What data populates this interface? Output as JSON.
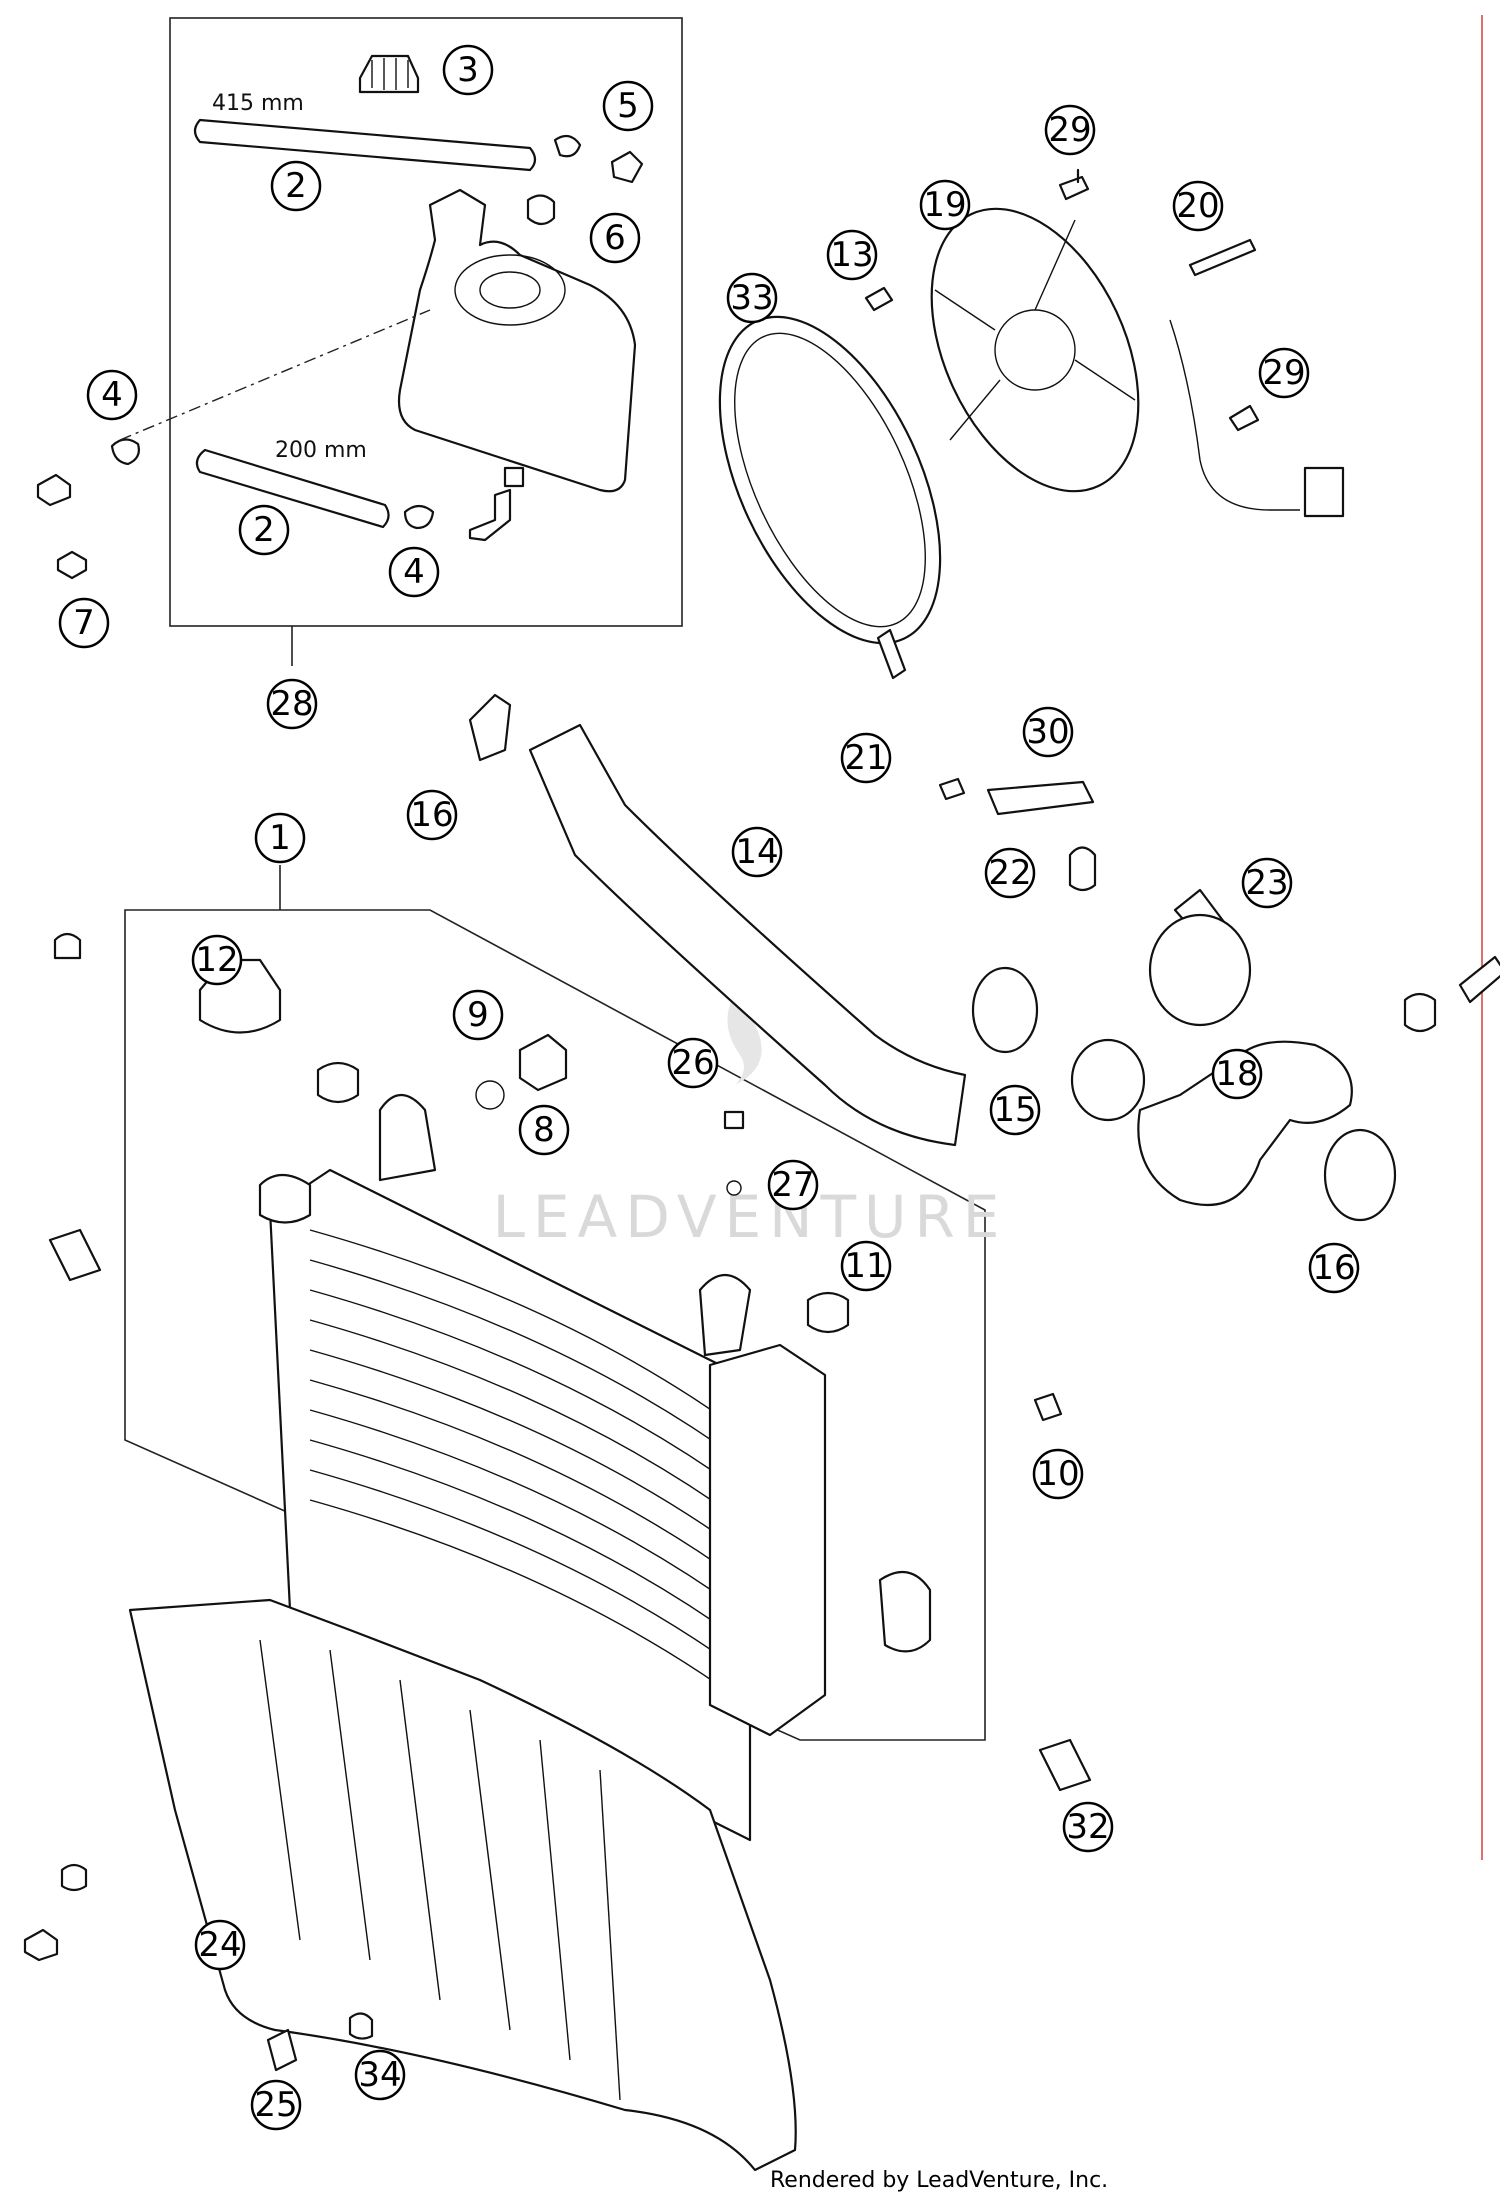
{
  "dimensions": {
    "upper_hose": "415 mm",
    "lower_hose": "200 mm"
  },
  "watermark": "LEADVENTURE",
  "footer": "Rendered by LeadVenture, Inc.",
  "callouts": [
    "1",
    "2",
    "2",
    "3",
    "4",
    "4",
    "5",
    "6",
    "7",
    "8",
    "9",
    "10",
    "11",
    "12",
    "13",
    "14",
    "15",
    "16",
    "16",
    "18",
    "19",
    "20",
    "21",
    "22",
    "23",
    "24",
    "25",
    "26",
    "27",
    "28",
    "29",
    "29",
    "30",
    "32",
    "33",
    "34"
  ]
}
